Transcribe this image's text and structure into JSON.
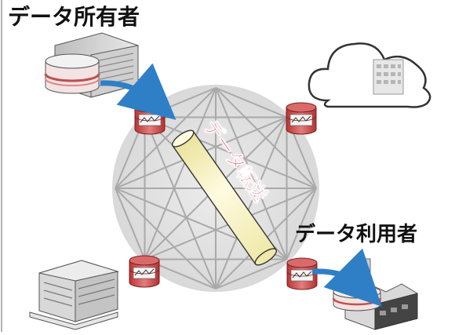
{
  "labels": {
    "data_owner": "データ所有者",
    "data_user": "データ利用者",
    "data_transfer": "データ転送"
  },
  "colors": {
    "accent_red": "#e8202a",
    "node_red": "#c94a4a",
    "pipe_yellow": "#f9f4b8",
    "arrow_blue": "#2f7fc6",
    "mesh_gray": "#a9a9a9",
    "background": "#ffffff"
  },
  "icons": {
    "owner_source": "server-building-icon",
    "cloud": "cloud-datacenter-icon",
    "office": "office-building-icon",
    "factory": "factory-icon",
    "node": "database-node-icon"
  }
}
